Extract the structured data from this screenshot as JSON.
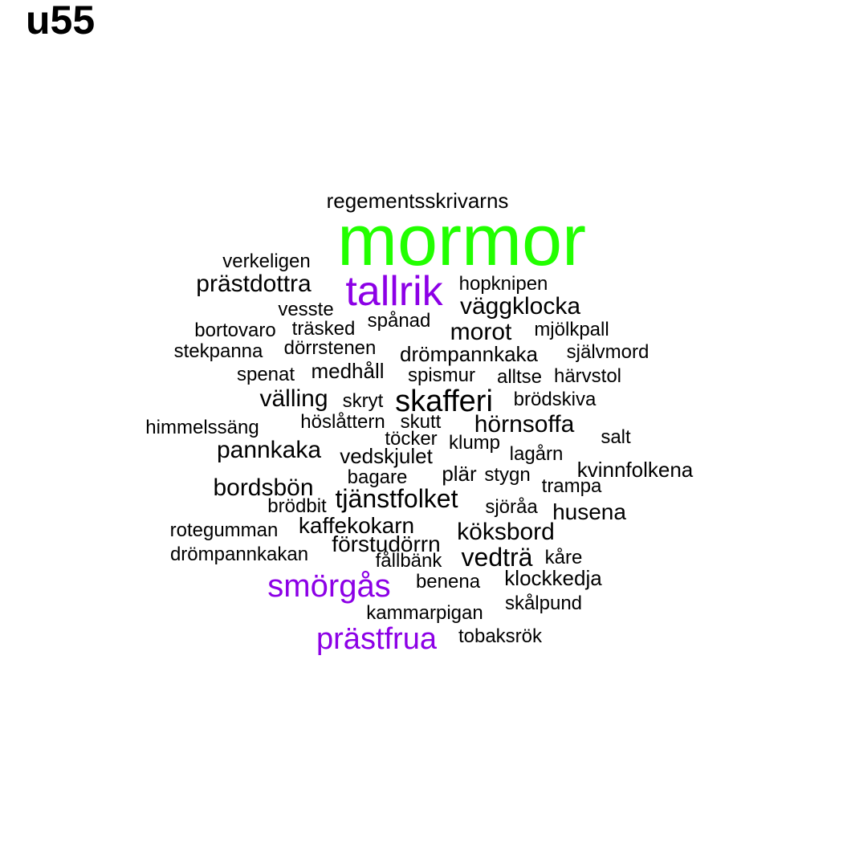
{
  "title": "u55",
  "colors": {
    "black": "#000000",
    "green": "#22ff00",
    "purple": "#8c00e6"
  },
  "words": [
    {
      "text": "mormor",
      "weight": 3
    },
    {
      "text": "tallrik",
      "weight": 2
    },
    {
      "text": "smörgås",
      "weight": 2
    },
    {
      "text": "prästfrua",
      "weight": 2
    },
    {
      "text": "skafferi",
      "weight": 1
    },
    {
      "text": "regementsskrivarns",
      "weight": 1
    },
    {
      "text": "verkeligen",
      "weight": 1
    },
    {
      "text": "prästdottra",
      "weight": 1
    },
    {
      "text": "hopknipen",
      "weight": 1
    },
    {
      "text": "väggklocka",
      "weight": 1
    },
    {
      "text": "vesste",
      "weight": 1
    },
    {
      "text": "spånad",
      "weight": 1
    },
    {
      "text": "bortovaro",
      "weight": 1
    },
    {
      "text": "träsked",
      "weight": 1
    },
    {
      "text": "morot",
      "weight": 1
    },
    {
      "text": "mjölkpall",
      "weight": 1
    },
    {
      "text": "stekpanna",
      "weight": 1
    },
    {
      "text": "dörrstenen",
      "weight": 1
    },
    {
      "text": "drömpannkaka",
      "weight": 1
    },
    {
      "text": "självmord",
      "weight": 1
    },
    {
      "text": "spenat",
      "weight": 1
    },
    {
      "text": "medhåll",
      "weight": 1
    },
    {
      "text": "spismur",
      "weight": 1
    },
    {
      "text": "alltse",
      "weight": 1
    },
    {
      "text": "härvstol",
      "weight": 1
    },
    {
      "text": "välling",
      "weight": 1
    },
    {
      "text": "skryt",
      "weight": 1
    },
    {
      "text": "brödskiva",
      "weight": 1
    },
    {
      "text": "himmelssäng",
      "weight": 1
    },
    {
      "text": "höslåttern",
      "weight": 1
    },
    {
      "text": "skutt",
      "weight": 1
    },
    {
      "text": "hörnsoffa",
      "weight": 1
    },
    {
      "text": "töcker",
      "weight": 1
    },
    {
      "text": "klump",
      "weight": 1
    },
    {
      "text": "salt",
      "weight": 1
    },
    {
      "text": "pannkaka",
      "weight": 1
    },
    {
      "text": "vedskjulet",
      "weight": 1
    },
    {
      "text": "lagårn",
      "weight": 1
    },
    {
      "text": "kvinnfolkena",
      "weight": 1
    },
    {
      "text": "bagare",
      "weight": 1
    },
    {
      "text": "plär",
      "weight": 1
    },
    {
      "text": "stygn",
      "weight": 1
    },
    {
      "text": "trampa",
      "weight": 1
    },
    {
      "text": "bordsbön",
      "weight": 1
    },
    {
      "text": "tjänstfolket",
      "weight": 1
    },
    {
      "text": "brödbit",
      "weight": 1
    },
    {
      "text": "sjöråa",
      "weight": 1
    },
    {
      "text": "husena",
      "weight": 1
    },
    {
      "text": "rotegumman",
      "weight": 1
    },
    {
      "text": "kaffekokarn",
      "weight": 1
    },
    {
      "text": "köksbord",
      "weight": 1
    },
    {
      "text": "förstudörrn",
      "weight": 1
    },
    {
      "text": "drömpannkakan",
      "weight": 1
    },
    {
      "text": "fållbänk",
      "weight": 1
    },
    {
      "text": "vedträ",
      "weight": 1
    },
    {
      "text": "kåre",
      "weight": 1
    },
    {
      "text": "benena",
      "weight": 1
    },
    {
      "text": "klockkedja",
      "weight": 1
    },
    {
      "text": "kammarpigan",
      "weight": 1
    },
    {
      "text": "skålpund",
      "weight": 1
    },
    {
      "text": "tobaksrök",
      "weight": 1
    }
  ]
}
